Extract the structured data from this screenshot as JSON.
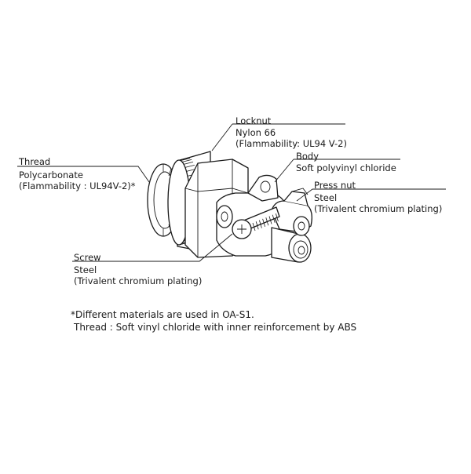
{
  "callouts": {
    "locknut": {
      "name": "Locknut",
      "material": "Nylon 66",
      "spec": "(Flammability: UL94 V-2)"
    },
    "thread": {
      "name": "Thread",
      "material": "Polycarbonate",
      "spec": "(Flammability : UL94V-2)*"
    },
    "body": {
      "name": "Body",
      "material": "Soft polyvinyl chloride"
    },
    "press_nut": {
      "name": "Press nut",
      "material": "Steel",
      "spec": "(Trivalent chromium plating)"
    },
    "screw": {
      "name": "Screw",
      "material": "Steel",
      "spec": "(Trivalent chromium plating)"
    }
  },
  "footnote": {
    "line1": "*Different materials are used in OA-S1.",
    "line2": "Thread : Soft vinyl chloride with inner reinforcement by ABS"
  }
}
